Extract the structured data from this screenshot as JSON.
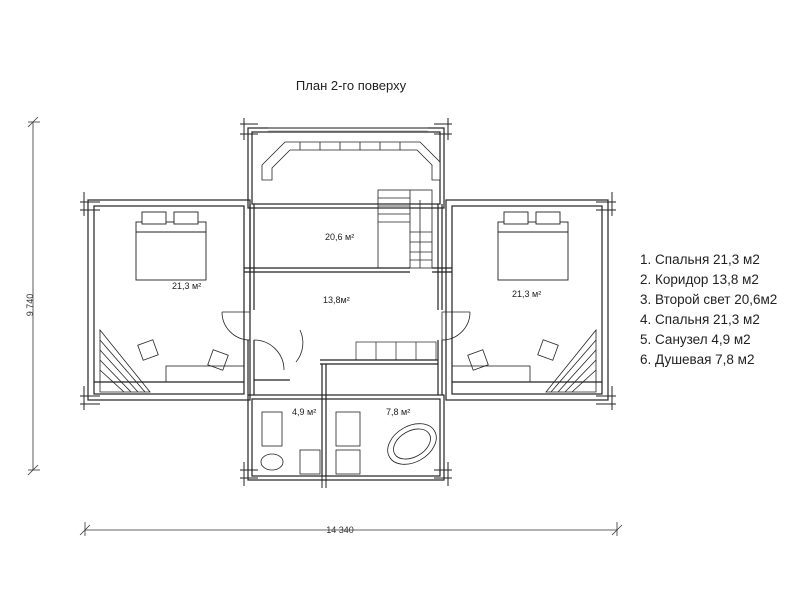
{
  "title": "План 2-го поверху",
  "legend": [
    {
      "num": "1.",
      "text": "Спальня  21,3 м2"
    },
    {
      "num": "2.",
      "text": "Коридор 13,8 м2"
    },
    {
      "num": "3.",
      "text": "Второй свет 20,6м2"
    },
    {
      "num": "4.",
      "text": "Спальня  21,3 м2"
    },
    {
      "num": "5.",
      "text": "Санузел 4,9 м2"
    },
    {
      "num": "6.",
      "text": "Душевая  7,8 м2"
    }
  ],
  "dimensions": {
    "width": "14 340",
    "height": "9 740"
  },
  "rooms": {
    "bedroom_left": "21,3 м²",
    "second_light": "20,6 м²",
    "corridor": "13,8м²",
    "bedroom_right": "21,3 м²",
    "bathroom": "4,9 м²",
    "shower": "7,8 м²"
  }
}
